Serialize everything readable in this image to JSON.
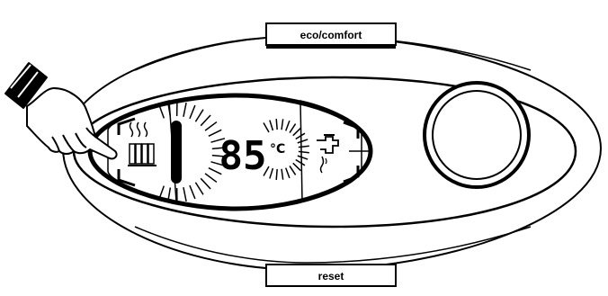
{
  "panel": {
    "eco_comfort_label": "eco/comfort",
    "reset_label": "reset"
  },
  "display": {
    "temperature": "85",
    "unit": "°C"
  },
  "icons": {
    "hand": "pointing-hand-icon",
    "radiator": "radiator-icon",
    "tap": "hot-water-tap-icon",
    "knob": "rotary-knob"
  }
}
